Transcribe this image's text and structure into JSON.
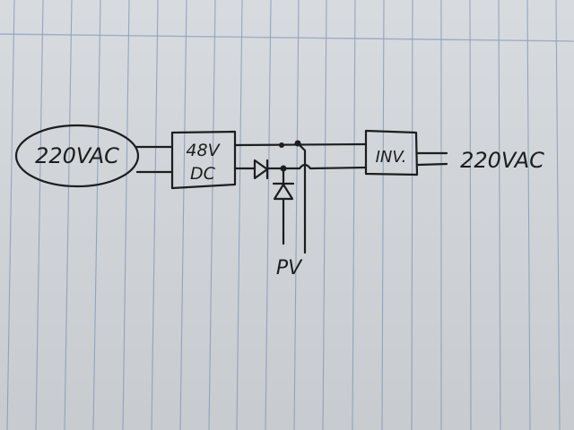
{
  "diagram": {
    "source_label": "220VAC",
    "converter_label_line1": "48V",
    "converter_label_line2": "DC",
    "inverter_label": "INV.",
    "pv_label": "PV",
    "output_label": "220VAC"
  },
  "colors": {
    "ink": "#1d1d1d",
    "paper": "#d4d8dc",
    "rule_lines": "#7f93b6"
  }
}
